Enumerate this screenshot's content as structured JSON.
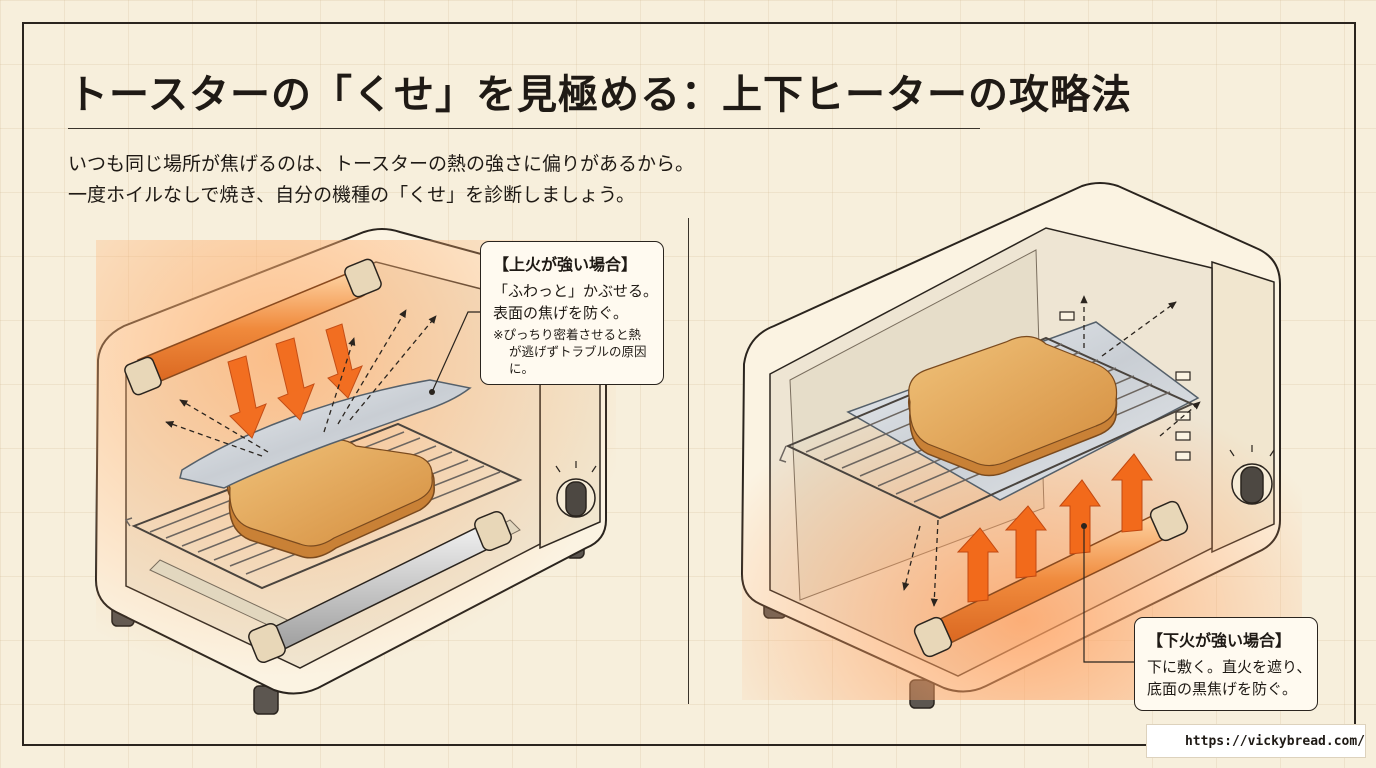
{
  "title": "トースターの「くせ」を見極める：上下ヒーターの攻略法",
  "intro": {
    "line1": "いつも同じ場所が焦げるのは、トースターの熱の強さに偏りがあるから。",
    "line2": "一度ホイルなしで焼き、自分の機種の「くせ」を診断しましょう。"
  },
  "left_panel": {
    "callout": {
      "heading": "【上火が強い場合】",
      "line1": "「ふわっと」かぶせる。",
      "line2": "表面の焦げを防ぐ。",
      "note1": "※ぴっちり密着させると熱",
      "note2": "が逃げずトラブルの原因",
      "note3": "に。"
    }
  },
  "right_panel": {
    "callout": {
      "heading": "【下火が強い場合】",
      "line1": "下に敷く。直火を遮り、",
      "line2": "底面の黒焦げを防ぐ。"
    }
  },
  "footer": {
    "url": "https://vickybread.com/"
  },
  "colors": {
    "background": "#f7efdc",
    "heater": "#f08a3c",
    "toast": "#d99a4e",
    "arrow": "#f26a1b",
    "body": "#faf2e0"
  }
}
